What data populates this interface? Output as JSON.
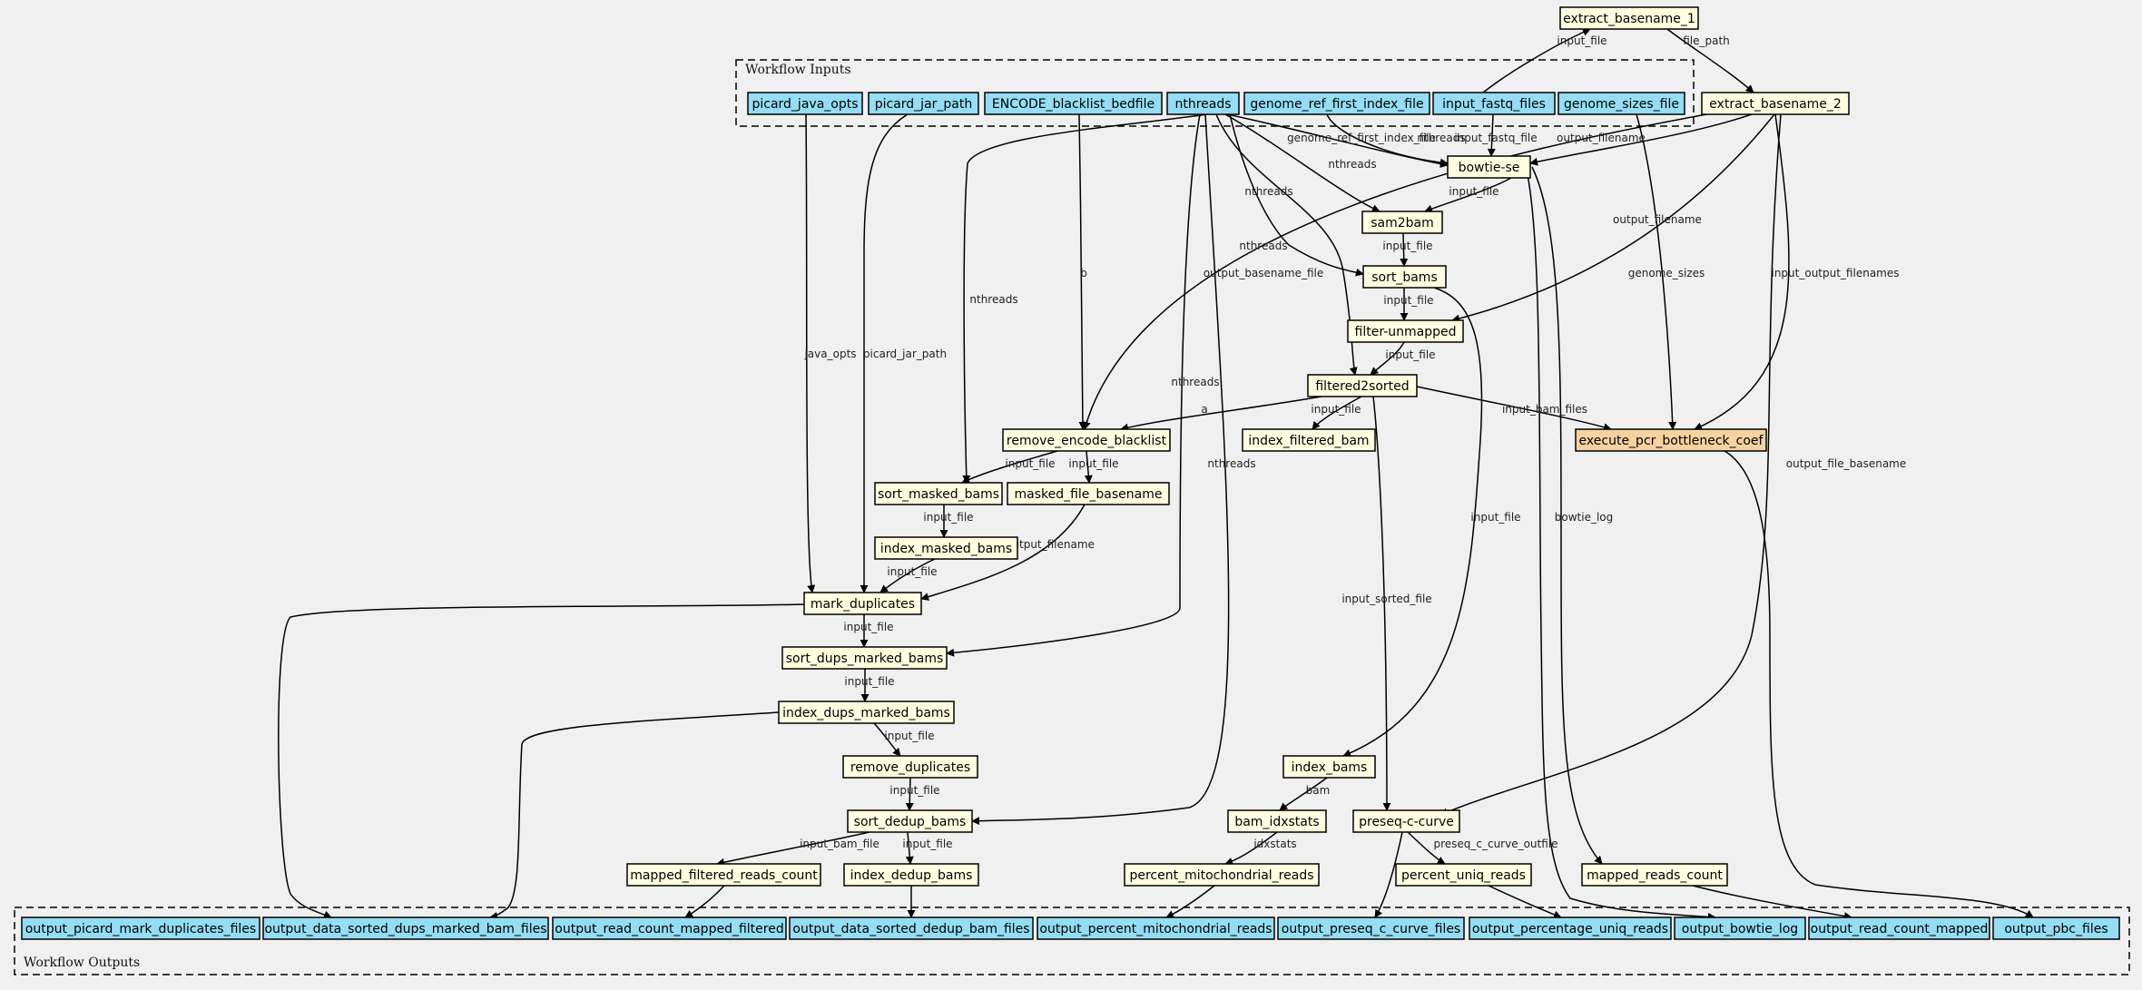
{
  "clusters": {
    "inputs": "Workflow Inputs",
    "outputs": "Workflow Outputs"
  },
  "colors": {
    "background": "#f0f0f0",
    "io_fill": "#94ddf4",
    "step_fill": "#ffffe0",
    "highlight_fill": "#f5d2a0",
    "stroke": "#000000"
  },
  "nodes": [
    {
      "id": "picard_java_opts",
      "label": "picard_java_opts",
      "kind": "input"
    },
    {
      "id": "picard_jar_path",
      "label": "picard_jar_path",
      "kind": "input"
    },
    {
      "id": "encode_blacklist_bedfile",
      "label": "ENCODE_blacklist_bedfile",
      "kind": "input"
    },
    {
      "id": "nthreads",
      "label": "nthreads",
      "kind": "input"
    },
    {
      "id": "genome_ref_first_index_file",
      "label": "genome_ref_first_index_file",
      "kind": "input"
    },
    {
      "id": "input_fastq_files",
      "label": "input_fastq_files",
      "kind": "input"
    },
    {
      "id": "genome_sizes_file",
      "label": "genome_sizes_file",
      "kind": "input"
    },
    {
      "id": "extract_basename_1",
      "label": "extract_basename_1",
      "kind": "step"
    },
    {
      "id": "extract_basename_2",
      "label": "extract_basename_2",
      "kind": "step"
    },
    {
      "id": "bowtie_se",
      "label": "bowtie-se",
      "kind": "step"
    },
    {
      "id": "sam2bam",
      "label": "sam2bam",
      "kind": "step"
    },
    {
      "id": "sort_bams",
      "label": "sort_bams",
      "kind": "step"
    },
    {
      "id": "filter_unmapped",
      "label": "filter-unmapped",
      "kind": "step"
    },
    {
      "id": "filtered2sorted",
      "label": "filtered2sorted",
      "kind": "step"
    },
    {
      "id": "execute_pcr_bottleneck_coef",
      "label": "execute_pcr_bottleneck_coef",
      "kind": "highlight"
    },
    {
      "id": "remove_encode_blacklist",
      "label": "remove_encode_blacklist",
      "kind": "step"
    },
    {
      "id": "index_filtered_bam",
      "label": "index_filtered_bam",
      "kind": "step"
    },
    {
      "id": "sort_masked_bams",
      "label": "sort_masked_bams",
      "kind": "step"
    },
    {
      "id": "masked_file_basename",
      "label": "masked_file_basename",
      "kind": "step"
    },
    {
      "id": "index_masked_bams",
      "label": "index_masked_bams",
      "kind": "step"
    },
    {
      "id": "mark_duplicates",
      "label": "mark_duplicates",
      "kind": "step"
    },
    {
      "id": "sort_dups_marked_bams",
      "label": "sort_dups_marked_bams",
      "kind": "step"
    },
    {
      "id": "index_dups_marked_bams",
      "label": "index_dups_marked_bams",
      "kind": "step"
    },
    {
      "id": "remove_duplicates",
      "label": "remove_duplicates",
      "kind": "step"
    },
    {
      "id": "sort_dedup_bams",
      "label": "sort_dedup_bams",
      "kind": "step"
    },
    {
      "id": "mapped_filtered_reads_count",
      "label": "mapped_filtered_reads_count",
      "kind": "step"
    },
    {
      "id": "index_dedup_bams",
      "label": "index_dedup_bams",
      "kind": "step"
    },
    {
      "id": "index_bams",
      "label": "index_bams",
      "kind": "step"
    },
    {
      "id": "bam_idxstats",
      "label": "bam_idxstats",
      "kind": "step"
    },
    {
      "id": "percent_mitochondrial_reads",
      "label": "percent_mitochondrial_reads",
      "kind": "step"
    },
    {
      "id": "preseq_c_curve",
      "label": "preseq-c-curve",
      "kind": "step"
    },
    {
      "id": "percent_uniq_reads",
      "label": "percent_uniq_reads",
      "kind": "step"
    },
    {
      "id": "mapped_reads_count",
      "label": "mapped_reads_count",
      "kind": "step"
    },
    {
      "id": "output_picard_mark_duplicates_files",
      "label": "output_picard_mark_duplicates_files",
      "kind": "output"
    },
    {
      "id": "output_data_sorted_dups_marked_bam_files",
      "label": "output_data_sorted_dups_marked_bam_files",
      "kind": "output"
    },
    {
      "id": "output_read_count_mapped_filtered",
      "label": "output_read_count_mapped_filtered",
      "kind": "output"
    },
    {
      "id": "output_data_sorted_dedup_bam_files",
      "label": "output_data_sorted_dedup_bam_files",
      "kind": "output"
    },
    {
      "id": "output_percent_mitochondrial_reads",
      "label": "output_percent_mitochondrial_reads",
      "kind": "output"
    },
    {
      "id": "output_preseq_c_curve_files",
      "label": "output_preseq_c_curve_files",
      "kind": "output"
    },
    {
      "id": "output_percentage_uniq_reads",
      "label": "output_percentage_uniq_reads",
      "kind": "output"
    },
    {
      "id": "output_bowtie_log",
      "label": "output_bowtie_log",
      "kind": "output"
    },
    {
      "id": "output_read_count_mapped",
      "label": "output_read_count_mapped",
      "kind": "output"
    },
    {
      "id": "output_pbc_files",
      "label": "output_pbc_files",
      "kind": "output"
    }
  ],
  "edges": [
    {
      "from": "input_fastq_files",
      "to": "extract_basename_1",
      "label": "input_file"
    },
    {
      "from": "extract_basename_1",
      "to": "extract_basename_2",
      "label": "file_path"
    },
    {
      "from": "genome_ref_first_index_file",
      "to": "bowtie_se",
      "label": "genome_ref_first_index_file"
    },
    {
      "from": "nthreads",
      "to": "bowtie_se",
      "label": "nthreads"
    },
    {
      "from": "input_fastq_files",
      "to": "bowtie_se",
      "label": "input_fastq_file"
    },
    {
      "from": "extract_basename_2",
      "to": "bowtie_se",
      "label": "output_filename"
    },
    {
      "from": "nthreads",
      "to": "sam2bam",
      "label": "nthreads"
    },
    {
      "from": "bowtie_se",
      "to": "sam2bam",
      "label": "input_file"
    },
    {
      "from": "nthreads",
      "to": "sort_bams",
      "label": "nthreads"
    },
    {
      "from": "sam2bam",
      "to": "sort_bams",
      "label": "input_file"
    },
    {
      "from": "sort_bams",
      "to": "filter_unmapped",
      "label": "input_file"
    },
    {
      "from": "extract_basename_2",
      "to": "filter_unmapped",
      "label": "output_filename"
    },
    {
      "from": "nthreads",
      "to": "filtered2sorted",
      "label": "nthreads"
    },
    {
      "from": "filter_unmapped",
      "to": "filtered2sorted",
      "label": "input_file"
    },
    {
      "from": "genome_sizes_file",
      "to": "execute_pcr_bottleneck_coef",
      "label": "genome_sizes"
    },
    {
      "from": "extract_basename_2",
      "to": "execute_pcr_bottleneck_coef",
      "label": "input_output_filenames"
    },
    {
      "from": "filtered2sorted",
      "to": "execute_pcr_bottleneck_coef",
      "label": "input_bam_files"
    },
    {
      "from": "extract_basename_2",
      "to": "remove_encode_blacklist",
      "label": "output_basename_file"
    },
    {
      "from": "encode_blacklist_bedfile",
      "to": "remove_encode_blacklist",
      "label": "b"
    },
    {
      "from": "filtered2sorted",
      "to": "remove_encode_blacklist",
      "label": "a"
    },
    {
      "from": "filtered2sorted",
      "to": "index_filtered_bam",
      "label": "input_file"
    },
    {
      "from": "nthreads",
      "to": "sort_masked_bams",
      "label": "nthreads"
    },
    {
      "from": "remove_encode_blacklist",
      "to": "sort_masked_bams",
      "label": "input_file"
    },
    {
      "from": "remove_encode_blacklist",
      "to": "masked_file_basename",
      "label": "input_file"
    },
    {
      "from": "sort_masked_bams",
      "to": "index_masked_bams",
      "label": "input_file"
    },
    {
      "from": "picard_java_opts",
      "to": "mark_duplicates",
      "label": "java_opts"
    },
    {
      "from": "picard_jar_path",
      "to": "mark_duplicates",
      "label": "picard_jar_path"
    },
    {
      "from": "index_masked_bams",
      "to": "mark_duplicates",
      "label": "input_file"
    },
    {
      "from": "masked_file_basename",
      "to": "mark_duplicates",
      "label": "output_filename"
    },
    {
      "from": "nthreads",
      "to": "sort_dups_marked_bams",
      "label": "nthreads"
    },
    {
      "from": "mark_duplicates",
      "to": "sort_dups_marked_bams",
      "label": "input_file"
    },
    {
      "from": "sort_dups_marked_bams",
      "to": "index_dups_marked_bams",
      "label": "input_file"
    },
    {
      "from": "index_dups_marked_bams",
      "to": "remove_duplicates",
      "label": "input_file"
    },
    {
      "from": "nthreads",
      "to": "sort_dedup_bams",
      "label": "nthreads"
    },
    {
      "from": "remove_duplicates",
      "to": "sort_dedup_bams",
      "label": "input_file"
    },
    {
      "from": "sort_dedup_bams",
      "to": "mapped_filtered_reads_count",
      "label": "input_bam_file"
    },
    {
      "from": "sort_dedup_bams",
      "to": "index_dedup_bams",
      "label": "input_file"
    },
    {
      "from": "sort_bams",
      "to": "index_bams",
      "label": "input_file"
    },
    {
      "from": "index_bams",
      "to": "bam_idxstats",
      "label": "bam"
    },
    {
      "from": "bam_idxstats",
      "to": "percent_mitochondrial_reads",
      "label": "idxstats"
    },
    {
      "from": "filtered2sorted",
      "to": "preseq_c_curve",
      "label": "input_sorted_file"
    },
    {
      "from": "extract_basename_2",
      "to": "preseq_c_curve",
      "label": "output_file_basename"
    },
    {
      "from": "preseq_c_curve",
      "to": "percent_uniq_reads",
      "label": "preseq_c_curve_outfile"
    },
    {
      "from": "bowtie_se",
      "to": "mapped_reads_count",
      "label": "bowtie_log"
    },
    {
      "from": "mark_duplicates",
      "to": "output_picard_mark_duplicates_files",
      "label": ""
    },
    {
      "from": "index_dups_marked_bams",
      "to": "output_data_sorted_dups_marked_bam_files",
      "label": ""
    },
    {
      "from": "mapped_filtered_reads_count",
      "to": "output_read_count_mapped_filtered",
      "label": ""
    },
    {
      "from": "index_dedup_bams",
      "to": "output_data_sorted_dedup_bam_files",
      "label": ""
    },
    {
      "from": "percent_mitochondrial_reads",
      "to": "output_percent_mitochondrial_reads",
      "label": ""
    },
    {
      "from": "preseq_c_curve",
      "to": "output_preseq_c_curve_files",
      "label": ""
    },
    {
      "from": "percent_uniq_reads",
      "to": "output_percentage_uniq_reads",
      "label": ""
    },
    {
      "from": "bowtie_se",
      "to": "output_bowtie_log",
      "label": ""
    },
    {
      "from": "mapped_reads_count",
      "to": "output_read_count_mapped",
      "label": ""
    },
    {
      "from": "execute_pcr_bottleneck_coef",
      "to": "output_pbc_files",
      "label": ""
    }
  ]
}
